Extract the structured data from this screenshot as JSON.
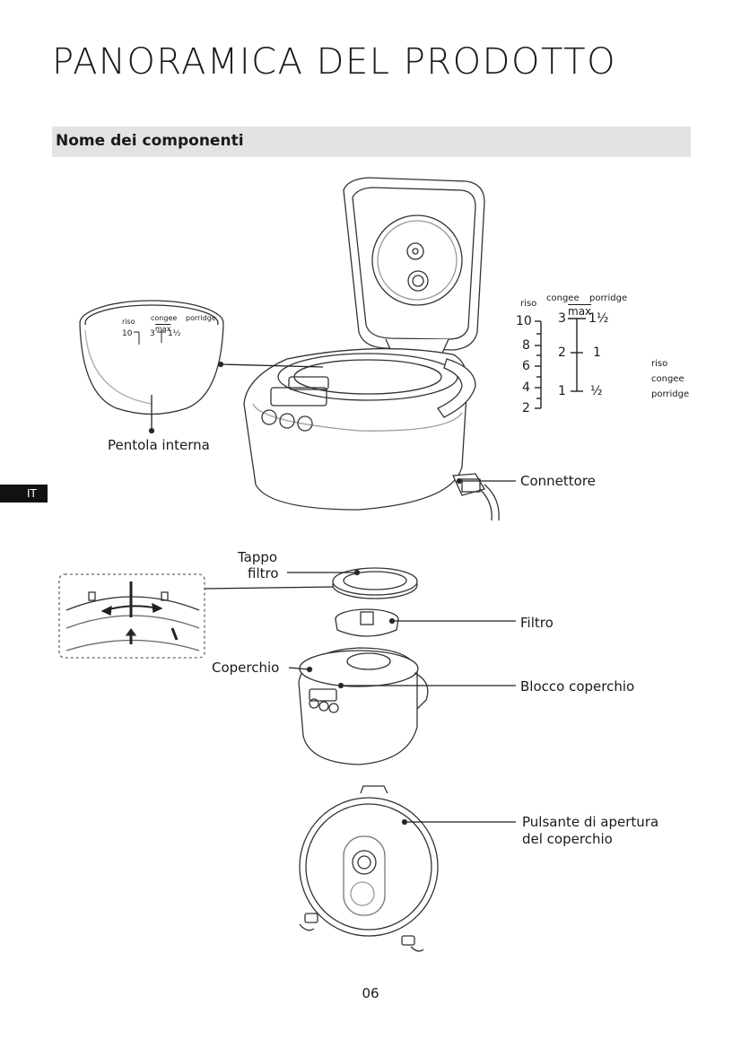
{
  "page": {
    "title": "PANORAMICA DEL PRODOTTO",
    "section_title": "Nome dei componenti",
    "language_tab": "IT",
    "page_number": "06"
  },
  "labels": {
    "inner_pot": "Pentola interna",
    "connector": "Connettore",
    "filter_cap_line1": "Tappo",
    "filter_cap_line2": "filtro",
    "filter": "Filtro",
    "lid": "Coperchio",
    "lid_lock": "Blocco coperchio",
    "lid_release_line1": "Pulsante di apertura",
    "lid_release_line2": "del coperchio"
  },
  "pot_scale_small": {
    "riso": "riso",
    "congee": "congee",
    "porridge": "porridge",
    "ten": "10",
    "three": "3",
    "max": "max",
    "one_half": "1½"
  },
  "scale": {
    "header_riso": "riso",
    "header_congee": "congee",
    "header_porridge": "porridge",
    "riso_marks": [
      "10",
      "8",
      "6",
      "4",
      "2"
    ],
    "congee_marks": [
      "3",
      "2",
      "1"
    ],
    "max": "max",
    "porridge_marks": [
      "1½",
      "1",
      "½"
    ],
    "legend": [
      "riso",
      "congee",
      "porridge"
    ]
  }
}
